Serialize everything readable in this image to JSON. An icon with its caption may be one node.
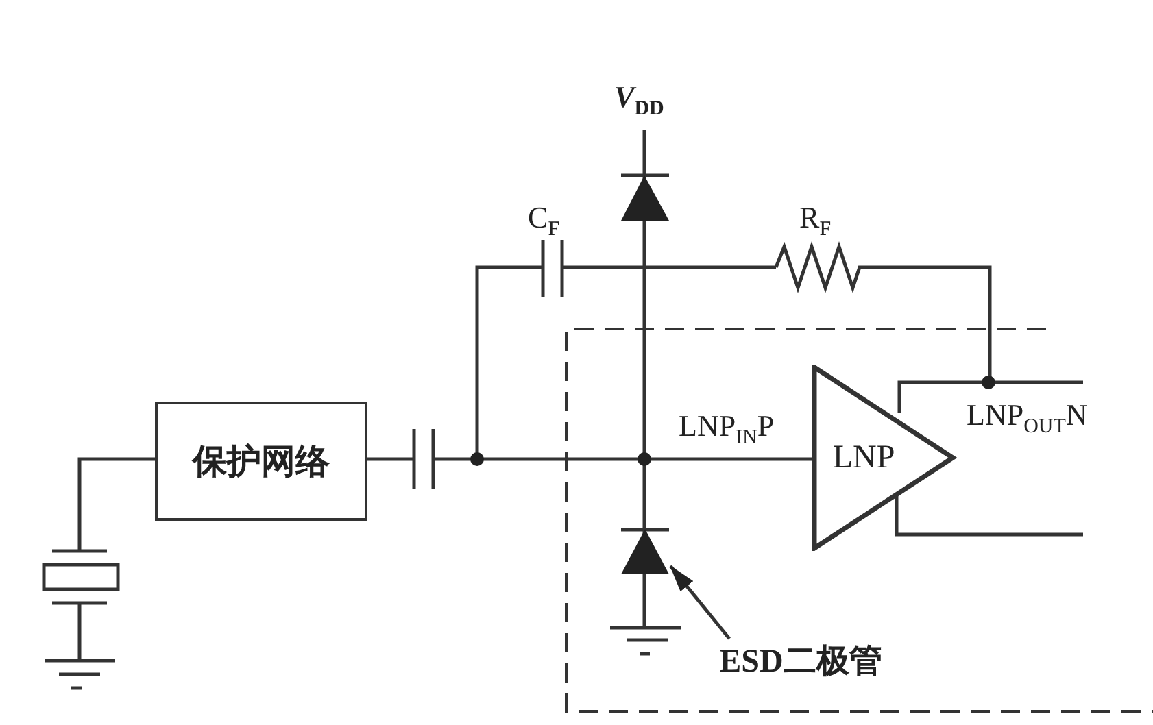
{
  "diagram": {
    "nodes": [
      {
        "text": [
          "保护网络"
        ]
      },
      {
        "text": [
          "LNP"
        ]
      },
      {
        "text": [
          "ESD二极管"
        ]
      },
      {
        "text": [],
        "shape": "diode"
      }
    ],
    "edges": [
      {
        "from": 2,
        "to": 3,
        "arrow": "to"
      }
    ],
    "labels": [
      "*V*$_{DD}$",
      "C$_{F}$",
      "R$_{F}$",
      "LNP$_{IN}$P",
      "LNP$_{OUT}$N"
    ]
  }
}
